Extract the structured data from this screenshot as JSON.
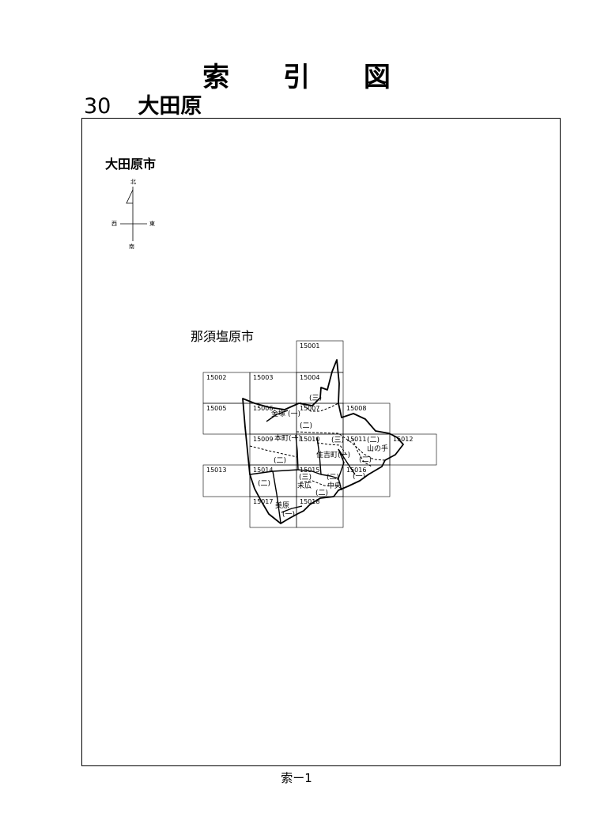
{
  "header": {
    "title_chars": [
      "索",
      "引",
      "図"
    ],
    "number": "30",
    "name": "大田原"
  },
  "city_label": "大田原市",
  "compass": {
    "north": "北",
    "south": "南",
    "east": "東",
    "west": "西"
  },
  "neighbor_label": "那須塩原市",
  "grid_codes": [
    "15001",
    "15002",
    "15003",
    "15004",
    "15005",
    "15006",
    "15007",
    "15008",
    "15009",
    "15010",
    "15011",
    "15012",
    "15013",
    "15014",
    "15015",
    "15016",
    "15017",
    "15018"
  ],
  "area_labels": {
    "kitsuka": "金塚",
    "kitsuka_num": "(一)",
    "honcho": "本町",
    "honcho_num": "(一)",
    "sumiyoshi": "住吉町",
    "sumiyoshi_num": "(一)",
    "yamanote": "山の手",
    "suehiro": "末広",
    "chuo": "中央",
    "mihara": "美原",
    "n_ni": "(二)",
    "n_san": "(三)",
    "n_ichi": "(一)"
  },
  "footer": "索ー1"
}
